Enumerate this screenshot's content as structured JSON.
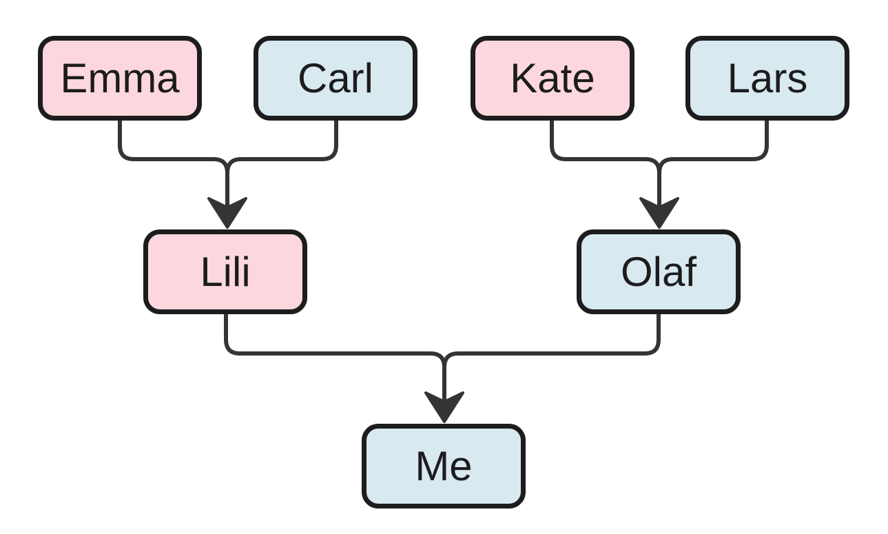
{
  "diagram": {
    "type": "family-tree-flowchart",
    "nodes": [
      {
        "id": "emma",
        "label": "Emma",
        "generation": "grandparent",
        "color_role": "female"
      },
      {
        "id": "carl",
        "label": "Carl",
        "generation": "grandparent",
        "color_role": "male"
      },
      {
        "id": "kate",
        "label": "Kate",
        "generation": "grandparent",
        "color_role": "female"
      },
      {
        "id": "lars",
        "label": "Lars",
        "generation": "grandparent",
        "color_role": "male"
      },
      {
        "id": "lili",
        "label": "Lili",
        "generation": "parent",
        "color_role": "female"
      },
      {
        "id": "olaf",
        "label": "Olaf",
        "generation": "parent",
        "color_role": "male"
      },
      {
        "id": "me",
        "label": "Me",
        "generation": "self",
        "color_role": "male"
      }
    ],
    "edges": [
      {
        "from": "Emma",
        "to": "Lili"
      },
      {
        "from": "Carl",
        "to": "Lili"
      },
      {
        "from": "Kate",
        "to": "Olaf"
      },
      {
        "from": "Lars",
        "to": "Olaf"
      },
      {
        "from": "Lili",
        "to": "Me"
      },
      {
        "from": "Olaf",
        "to": "Me"
      }
    ],
    "colors": {
      "female_fill": "#fcd8de",
      "male_fill": "#d8e9f0",
      "node_border": "#1d1d1d",
      "edge_line": "#343434",
      "text": "#1c1c1c",
      "background": "#ffffff"
    }
  }
}
